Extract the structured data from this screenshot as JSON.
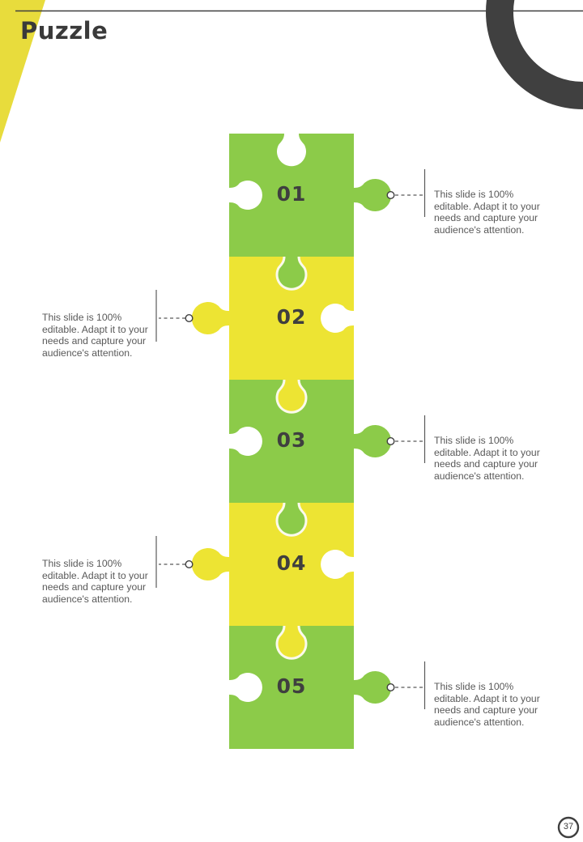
{
  "page": {
    "title": "Puzzle",
    "page_number": "37"
  },
  "colors": {
    "green": "#8CCB49",
    "yellow": "#EDE433",
    "corner_triangle": "#E8DC3C",
    "dark": "#3F3F3F",
    "text_gray": "#595959",
    "knob_outline": "#FBFAEC"
  },
  "annotation": {
    "lines": [
      "This slide is 100%",
      "editable. Adapt it to your",
      "needs and capture your",
      "audience's attention."
    ]
  },
  "puzzle": {
    "pieces": [
      {
        "number": "01",
        "fill": "#8CCB49",
        "annotation_side": "right"
      },
      {
        "number": "02",
        "fill": "#EDE433",
        "annotation_side": "left"
      },
      {
        "number": "03",
        "fill": "#8CCB49",
        "annotation_side": "right"
      },
      {
        "number": "04",
        "fill": "#EDE433",
        "annotation_side": "left"
      },
      {
        "number": "05",
        "fill": "#8CCB49",
        "annotation_side": "right"
      }
    ]
  }
}
